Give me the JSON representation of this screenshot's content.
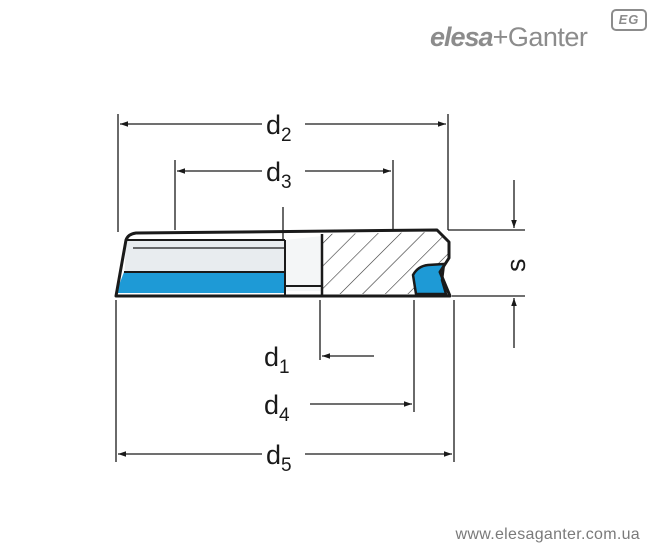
{
  "brand": {
    "part1": "elesa",
    "part2": "+Ganter",
    "mark": "EG"
  },
  "website": "www.elesaganter.com.ua",
  "colors": {
    "seal": "#1e9ad6",
    "line": "#1a1a1a",
    "face": "#e8ecef",
    "brand": "#8c8c8c"
  },
  "dimensions": {
    "d2": {
      "main": "d",
      "sub": "2"
    },
    "d3": {
      "main": "d",
      "sub": "3"
    },
    "d1": {
      "main": "d",
      "sub": "1"
    },
    "d4": {
      "main": "d",
      "sub": "4"
    },
    "d5": {
      "main": "d",
      "sub": "5"
    },
    "s": {
      "main": "s"
    }
  }
}
